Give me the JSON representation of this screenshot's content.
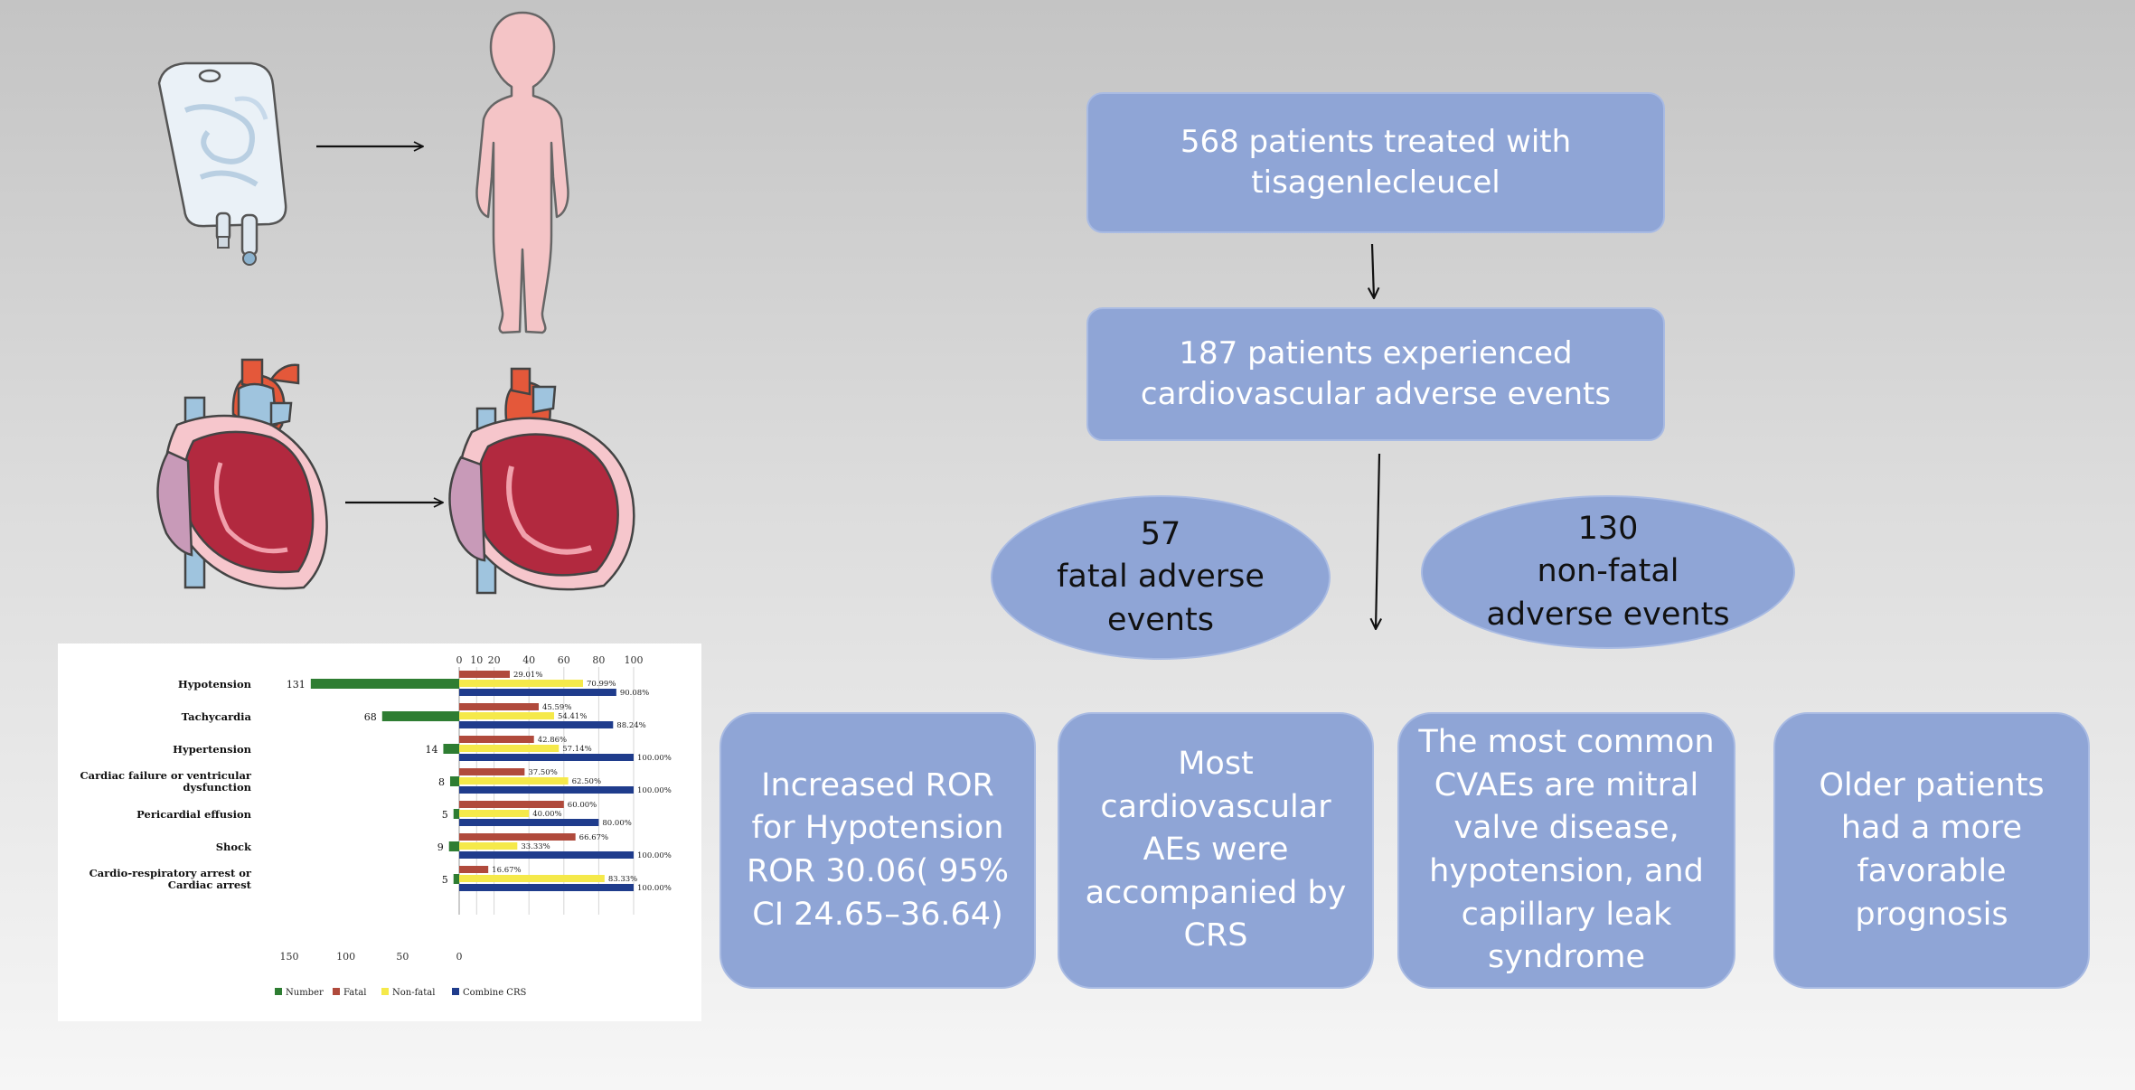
{
  "flow": {
    "top": "568 patients treated with\ntisagenlecleucel",
    "middle": "187 patients experienced\ncardiovascular adverse events",
    "fatal": {
      "count": "57",
      "label": "fatal adverse\nevents"
    },
    "nonfatal": {
      "count": "130",
      "label": "non-fatal\nadverse events"
    }
  },
  "findings": [
    "Increased ROR\nfor Hypotension\nROR 30.06( 95%\nCI 24.65–36.64)",
    "Most\ncardiovascular\nAEs were\naccompanied by\nCRS",
    "The most common\nCVAEs are mitral\nvalve disease,\nhypotension, and\ncapillary leak\nsyndrome",
    "Older patients\nhad a more\nfavorable\nprognosis"
  ],
  "colors": {
    "box_fill": "#8fa5d6",
    "number": "#2e7d32",
    "fatal": "#b04a3c",
    "nonfatal": "#f5e94a",
    "combine": "#1f3c8c"
  },
  "icons": [
    "infusion-bag-icon",
    "child-silhouette-icon",
    "healthy-heart-icon",
    "enlarged-heart-icon",
    "arrow-right-icon"
  ],
  "chart_data": {
    "type": "bar",
    "categories": [
      "Hypotension",
      "Tachycardia",
      "Hypertension",
      "Cardiac failure or ventricular\ndysfunction",
      "Pericardial effusion",
      "Shock",
      "Cardio-respiratory arrest or\nCardiac arrest"
    ],
    "series": [
      {
        "name": "Number",
        "values": [
          131,
          68,
          14,
          8,
          5,
          9,
          5
        ],
        "labels": [
          "131",
          "68",
          "14",
          "8",
          "5",
          "9",
          "5"
        ],
        "color": "#2e7d32"
      },
      {
        "name": "Fatal",
        "values": [
          29.01,
          45.59,
          42.86,
          37.5,
          60.0,
          66.67,
          16.67
        ],
        "labels": [
          "29.01%",
          "45.59%",
          "42.86%",
          "37.50%",
          "60.00%",
          "66.67%",
          "16.67%"
        ],
        "color": "#b04a3c"
      },
      {
        "name": "Non-fatal",
        "values": [
          70.99,
          54.41,
          57.14,
          62.5,
          40.0,
          33.33,
          83.33
        ],
        "labels": [
          "70.99%",
          "54.41%",
          "57.14%",
          "62.50%",
          "40.00%",
          "33.33%",
          "83.33%"
        ],
        "color": "#f5e94a"
      },
      {
        "name": "Combine CRS",
        "values": [
          90.08,
          88.24,
          100.0,
          100.0,
          80.0,
          100.0,
          100.0
        ],
        "labels": [
          "90.08%",
          "88.24%",
          "100.00%",
          "100.00%",
          "80.00%",
          "100.00%",
          "100.00%"
        ],
        "color": "#1f3c8c"
      }
    ],
    "top_axis_ticks": [
      "0",
      "10",
      "20",
      "40",
      "60",
      "80",
      "100"
    ],
    "bottom_axis_ticks": [
      "150",
      "100",
      "50",
      "0"
    ],
    "xlim_left": [
      0,
      150
    ],
    "xlim_right": [
      0,
      100
    ],
    "legend_position": "bottom"
  }
}
